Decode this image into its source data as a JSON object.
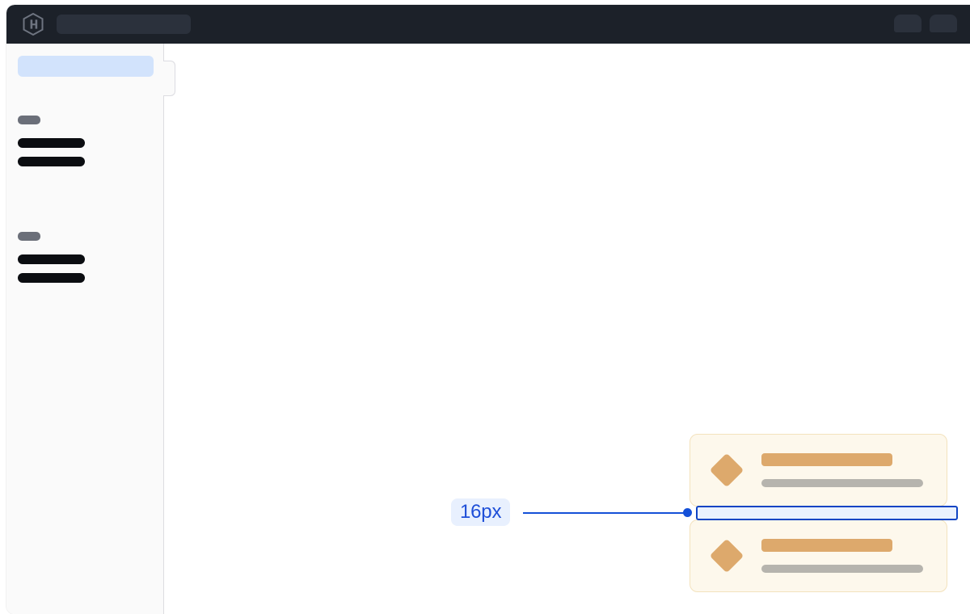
{
  "window": {
    "title": "",
    "topbar": {
      "logo_icon": "hexagon-h-logo-icon",
      "search_placeholder": "",
      "search_value": "",
      "right_controls": [
        {
          "name": "account-placeholder",
          "label": ""
        },
        {
          "name": "avatar-placeholder",
          "label": ""
        }
      ]
    }
  },
  "sidebar": {
    "collapse_handle_label": "",
    "active_item": {
      "label": "",
      "background_color": "#d2e3fc"
    },
    "groups": [
      {
        "section_label": "",
        "items": [
          {
            "label": ""
          },
          {
            "label": ""
          }
        ]
      },
      {
        "section_label": "",
        "items": [
          {
            "label": ""
          },
          {
            "label": ""
          }
        ]
      }
    ]
  },
  "main": {
    "cards": [
      {
        "icon": "diamond-icon",
        "title": "",
        "subtitle": "",
        "background_color": "#fdf8ec",
        "border_color": "#f3e2bd",
        "accent_color": "#dda96c"
      },
      {
        "icon": "diamond-icon",
        "title": "",
        "subtitle": "",
        "background_color": "#fdf8ec",
        "border_color": "#f3e2bd",
        "accent_color": "#dda96c"
      }
    ],
    "measurement": {
      "value_label": "16px",
      "highlight_fill": "#eaf1fe",
      "highlight_stroke": "#0f44c4",
      "leader_color": "#1450d8",
      "badge_background": "#e8f0fe",
      "badge_text_color": "#1f4fd8"
    }
  },
  "theme": {
    "topbar_background": "#1c2129",
    "topbar_skeleton": "#2b313c",
    "sidebar_background": "#fafafa",
    "sidebar_border": "#dcdce1",
    "skeleton_dark": "#0b0d11",
    "skeleton_gray": "#6b6f79",
    "canvas_background": "#ffffff"
  }
}
